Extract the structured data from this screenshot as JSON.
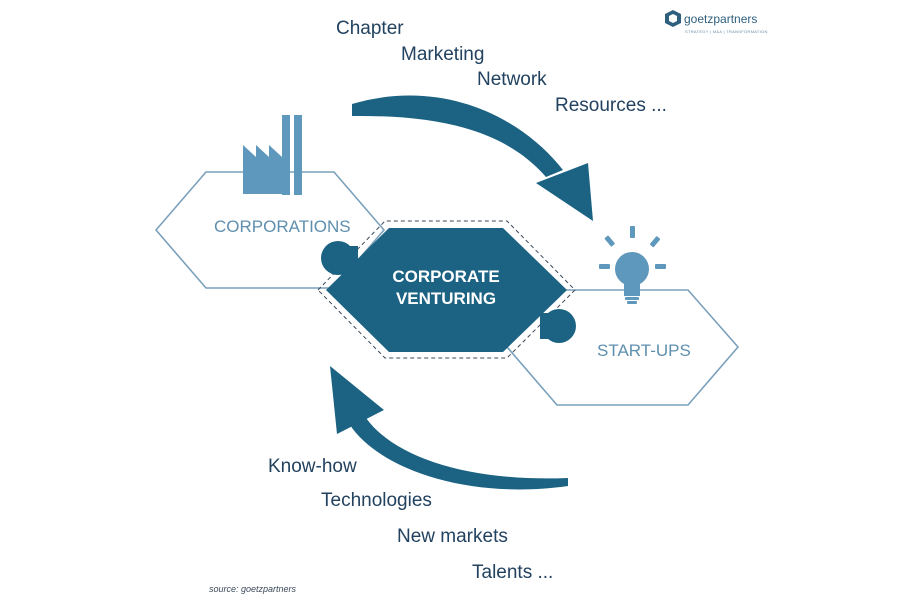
{
  "colors": {
    "primary": "#1c6383",
    "light": "#5f98bd",
    "outline": "#7aa0bb",
    "list_text": "#22425f"
  },
  "brand": {
    "name": "goetzpartners",
    "tagline": "STRATEGY | M&A | TRANSFORMATION",
    "icon": "goetzpartners-logo-icon"
  },
  "top_list": [
    "Chapter",
    "Marketing",
    "Network",
    "Resources ..."
  ],
  "bottom_list": [
    "Know-how",
    "Technologies",
    "New markets",
    "Talents ..."
  ],
  "corporations": {
    "label": "CORPORATIONS",
    "icon": "factory-icon"
  },
  "startups": {
    "label": "START-UPS",
    "icon": "lightbulb-icon"
  },
  "center": {
    "line1": "CORPORATE",
    "line2": "VENTURING"
  },
  "source": "source: goetzpartners"
}
